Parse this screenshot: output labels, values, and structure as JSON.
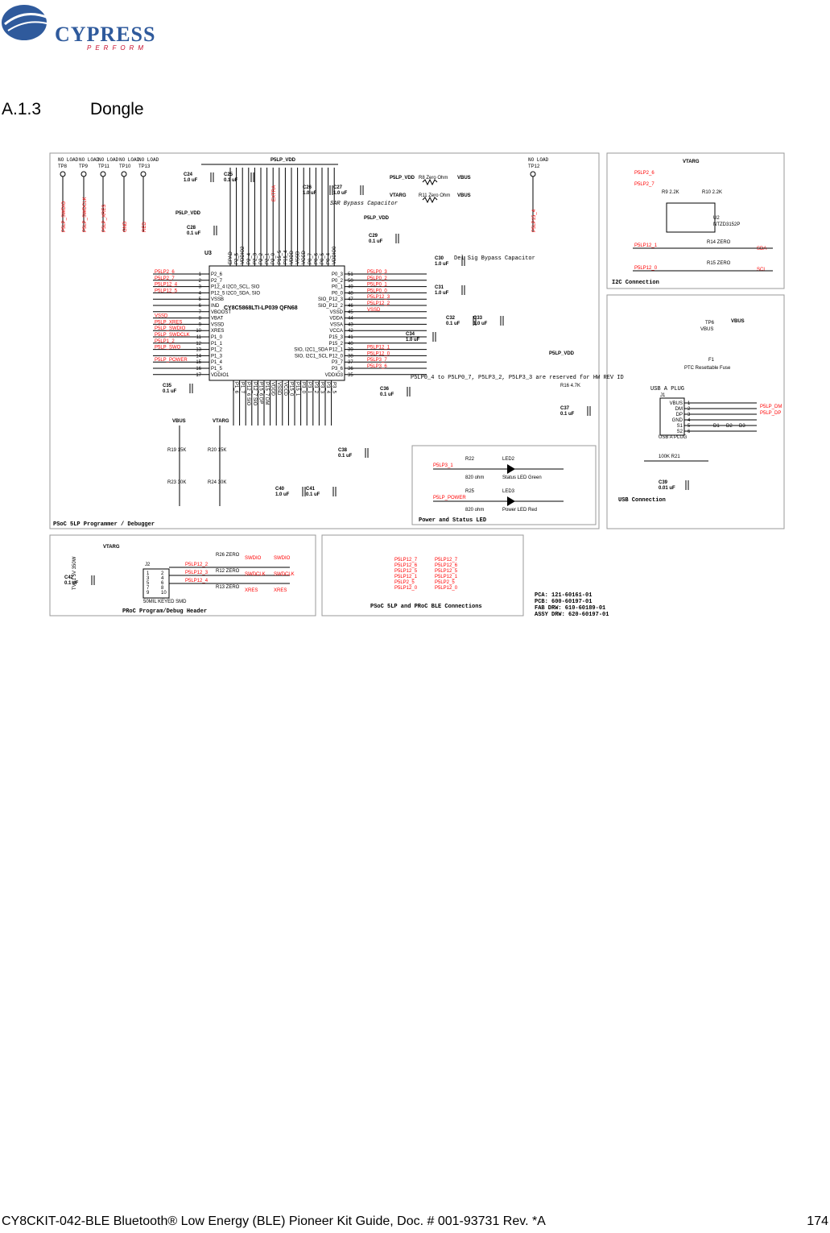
{
  "header": {
    "company": "CYPRESS",
    "tagline": "PERFORM"
  },
  "section": {
    "number": "A.1.3",
    "title": "Dongle"
  },
  "footer": {
    "doc": "CY8CKIT-042-BLE Bluetooth® Low Energy (BLE) Pioneer Kit Guide, Doc. # 001-93731 Rev. *A",
    "page": "174"
  },
  "schematic": {
    "colors": {
      "line": "#000000",
      "net_red": "#ff0000",
      "box": "#a0a0a0"
    },
    "blocks": {
      "programmer": "PSoC 5LP Programmer / Debugger",
      "i2c": "I2C Connection",
      "usb": "USB Connection",
      "power_led": "Power and Status LED",
      "proc_header": "PRoC Program/Debug Header",
      "connections": "PSoC 5LP and PRoC BLE Connections"
    },
    "chip": {
      "ref": "U3",
      "part": "CY8C5868LTI-LP039 QFN68",
      "left_pins": [
        "P2_6",
        "P2_7",
        "P12_4 I2C0_SCL, SIO",
        "P12_5 I2C0_SDA, SIO",
        "VSSB",
        "IND",
        "VBOOST",
        "VBAT",
        "VSSD",
        "XRES",
        "P1_0",
        "P1_1",
        "P1_2",
        "P1_3",
        "P1_4",
        "P1_5",
        "VDDIO1"
      ],
      "left_nets": [
        "P5LP2_6",
        "P5LP2_7",
        "P5LP12_4",
        "P5LP12_5",
        "",
        "",
        "",
        "VSSD",
        "P5LP_XRES",
        "P5LP_SWDIO",
        "P5LP_SWDCLK",
        "P5LP1_2",
        "P5LP_SWO",
        "",
        "P5LP_POWER",
        ""
      ],
      "right_pins": [
        "P0_3",
        "P0_2",
        "P0_1",
        "P0_0",
        "SIO_P12_3",
        "SIO_P12_2",
        "VSSD",
        "VDDA",
        "VSSA",
        "VCCA",
        "P15_3",
        "P15_2",
        "SIO, I2C1_SDA P12_1",
        "SIO, I2C1_SCL P12_0",
        "P3_7",
        "P3_6",
        "VDDIO3"
      ],
      "right_nums": [
        "51",
        "50",
        "49",
        "48",
        "47",
        "46",
        "45",
        "44",
        "43",
        "42",
        "41",
        "40",
        "39",
        "38",
        "37",
        "36",
        "35"
      ],
      "right_nets": [
        "P5LP0_3",
        "P5LP0_2",
        "P5LP0_1",
        "P5LP0_0",
        "P5LP12_3",
        "P5LP12_2",
        "VSSD",
        "",
        "",
        "",
        "",
        "",
        "P5LP12_1",
        "P5LP12_0",
        "P5LP3_7",
        "P5LP3_6",
        ""
      ],
      "top_pins": [
        "EPAD",
        "P2_5",
        "VDDIO2",
        "P2_4",
        "P2_3",
        "P2_2",
        "P2_1",
        "P2_0",
        "P15_5",
        "P15_4",
        "VDDD",
        "VSSD",
        "VCCD",
        "P0_7",
        "P0_6",
        "P0_5",
        "P0_4",
        "VDDIO0"
      ],
      "bottom_pins": [
        "P1_6",
        "P1_7",
        "P12_6 SIO",
        "P12_7 SIO",
        "P15_6 DP",
        "P15_7 DM",
        "VDDD",
        "VSSD",
        "VCCD",
        "P15_0",
        "P15_1",
        "P3_0",
        "P3_1",
        "P3_2",
        "P3_3",
        "P3_4",
        "P3_5"
      ]
    },
    "labels": {
      "p5lp_vdd": "P5LP_VDD",
      "vbus": "VBUS",
      "vtarg": "VTARG",
      "no_load": "NO LOAD",
      "sar_bypass": "SAR Bypass Capacitor",
      "del_sig": "Del Sig Bypass Capacitor",
      "note": "P5LP0_4 to P5LP0_7, P5LP3_2, P5LP3_3 are reserved for HW REV ID",
      "extra": "EXTRA"
    },
    "test_points": [
      {
        "ref": "TP8",
        "net": "P5LP_SWDIO"
      },
      {
        "ref": "TP9",
        "net": "P5LP_SWDCLK"
      },
      {
        "ref": "TP11",
        "net": "P5LP_XRES"
      },
      {
        "ref": "TP10",
        "net": "GND"
      },
      {
        "ref": "TP13",
        "net": "RED"
      },
      {
        "ref": "TP12",
        "net": "P5LP15_4"
      }
    ],
    "caps": [
      {
        "ref": "C24",
        "val": "1.0 uF"
      },
      {
        "ref": "C25",
        "val": "0.1 uF"
      },
      {
        "ref": "C28",
        "val": "0.1 uF"
      },
      {
        "ref": "C26",
        "val": "1.0 uF"
      },
      {
        "ref": "C27",
        "val": "1.0 uF"
      },
      {
        "ref": "C29",
        "val": "0.1 uF"
      },
      {
        "ref": "C30",
        "val": "1.0 uF"
      },
      {
        "ref": "C31",
        "val": "1.0 uF"
      },
      {
        "ref": "C32",
        "val": "0.1 uF"
      },
      {
        "ref": "C33",
        "val": "1.0 uF"
      },
      {
        "ref": "C34",
        "val": "1.0 uF"
      },
      {
        "ref": "C35",
        "val": "0.1 uF"
      },
      {
        "ref": "C36",
        "val": "0.1 uF"
      },
      {
        "ref": "C37",
        "val": "0.1 uF"
      },
      {
        "ref": "C38",
        "val": "0.1 uF"
      },
      {
        "ref": "C40",
        "val": "1.0 uF"
      },
      {
        "ref": "C41",
        "val": "0.1 uF"
      },
      {
        "ref": "C42",
        "val": "0.1 uF"
      },
      {
        "ref": "C39",
        "val": "0.01 uF"
      }
    ],
    "resistors": {
      "r8": "R8  Zero Ohm",
      "r11": "R11  Zero Ohm",
      "r19": "R19 15K",
      "r20": "R20 15K",
      "r23": "R23 30K",
      "r24": "R24 30K",
      "r16": "R16 4.7K",
      "r22": "R22",
      "r25": "R25",
      "r22v": "820 ohm",
      "r25v": "820 ohm",
      "r9": "R9 2.2K",
      "r10": "R10 2.2K",
      "r14": "R14  ZERO",
      "r15": "R15  ZERO",
      "r21": "100K  R21",
      "r26": "R26 ZERO",
      "r12": "R12 ZERO",
      "r13": "R13 ZERO"
    },
    "leds": {
      "led2": "LED2",
      "led2_desc": "Status LED Green",
      "led2_net": "P5LP3_1",
      "led3": "LED3",
      "led3_desc": "Power LED Red",
      "led3_net": "P5LP_POWER"
    },
    "i2c": {
      "u2": "U2",
      "u2_part": "NTZD3152P",
      "net1": "P5LP2_6",
      "net2": "P5LP2_7",
      "net3": "P5LP12_1",
      "net4": "P5LP12_0",
      "sda": "SDA",
      "scl": "SCL"
    },
    "usb": {
      "tp": "TP6",
      "tp_net": "VBUS",
      "fuse": "F1",
      "fuse_desc": "PTC Resettable Fuse",
      "plug": "USB A PLUG",
      "j1": "J1",
      "j1_desc": "USB A PLUG",
      "pins": [
        "VBUS",
        "DM",
        "DP",
        "GND",
        "S1",
        "S2"
      ],
      "dm": "P5LP_DM",
      "dp": "P5LP_DP",
      "d1": "D1",
      "d2": "D2",
      "d3": "D3"
    },
    "header_j2": {
      "ref": "J2",
      "part": "50MIL KEYED SMD",
      "tvs": "TVS1 5V 350W",
      "nets": [
        "P5LP12_2",
        "P5LP12_3",
        "P5LP12_4"
      ],
      "outs": [
        "SWDIO",
        "SWDCLK",
        "XRES"
      ]
    },
    "connections": [
      [
        "P5LP12_7",
        "P5LP12_7"
      ],
      [
        "P5LP12_6",
        "P5LP12_6"
      ],
      [
        "P5LP12_5",
        "P5LP12_5"
      ],
      [
        "P5LP12_1",
        "P5LP12_1"
      ],
      [
        "P5LP2_5",
        "P5LP2_5"
      ],
      [
        "P5LP12_0",
        "P5LP12_0"
      ]
    ],
    "pca": [
      "PCA: 121-60161-01",
      "PCB: 600-60197-01",
      "FAB DRW: 610-60189-01",
      "ASSY DRW: 620-60197-01"
    ]
  }
}
